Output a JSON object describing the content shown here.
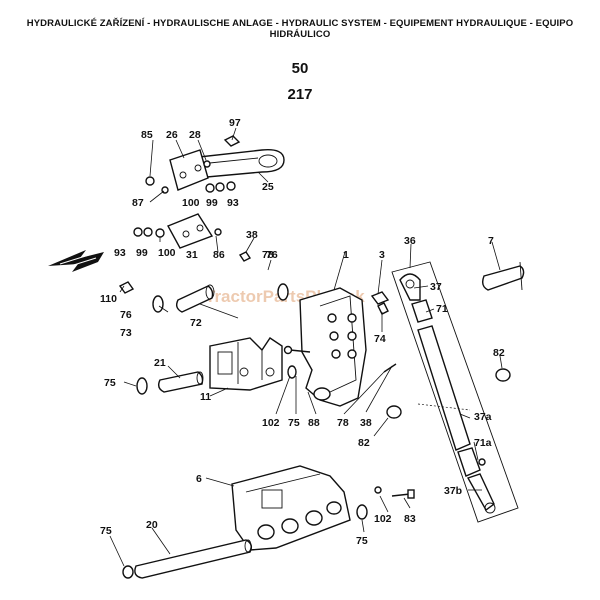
{
  "header": {
    "title_line1": "HYDRAULICKÉ ZAŘÍZENÍ - HYDRAULISCHE ANLAGE - HYDRAULIC SYSTEM - EQUIPEMENT HYDRAULIQUE - EQUIPO",
    "title_line2": "HIDRÁULICO",
    "group_number": "50",
    "page_number": "217"
  },
  "watermark": "TractorPartsPlus.sk",
  "callouts": [
    {
      "id": "c97",
      "text": "97"
    },
    {
      "id": "c85",
      "text": "85"
    },
    {
      "id": "c26",
      "text": "26"
    },
    {
      "id": "c28",
      "text": "28"
    },
    {
      "id": "c25",
      "text": "25"
    },
    {
      "id": "c87",
      "text": "87"
    },
    {
      "id": "c100a",
      "text": "100"
    },
    {
      "id": "c99a",
      "text": "99"
    },
    {
      "id": "c93a",
      "text": "93"
    },
    {
      "id": "c38a",
      "text": "38"
    },
    {
      "id": "c78a",
      "text": "78"
    },
    {
      "id": "c93b",
      "text": "93"
    },
    {
      "id": "c99b",
      "text": "99"
    },
    {
      "id": "c100b",
      "text": "100"
    },
    {
      "id": "c31",
      "text": "31"
    },
    {
      "id": "c86",
      "text": "86"
    },
    {
      "id": "c76a",
      "text": "76"
    },
    {
      "id": "c1",
      "text": "1"
    },
    {
      "id": "c3",
      "text": "3"
    },
    {
      "id": "c36",
      "text": "36"
    },
    {
      "id": "c7",
      "text": "7"
    },
    {
      "id": "c110",
      "text": "110"
    },
    {
      "id": "c76b",
      "text": "76"
    },
    {
      "id": "c73",
      "text": "73"
    },
    {
      "id": "c72",
      "text": "72"
    },
    {
      "id": "c37",
      "text": "37"
    },
    {
      "id": "c71",
      "text": "71"
    },
    {
      "id": "c74",
      "text": "74"
    },
    {
      "id": "c82a",
      "text": "82"
    },
    {
      "id": "c21",
      "text": "21"
    },
    {
      "id": "c75a",
      "text": "75"
    },
    {
      "id": "c11",
      "text": "11"
    },
    {
      "id": "c102a",
      "text": "102"
    },
    {
      "id": "c75b",
      "text": "75"
    },
    {
      "id": "c88",
      "text": "88"
    },
    {
      "id": "c78b",
      "text": "78"
    },
    {
      "id": "c38b",
      "text": "38"
    },
    {
      "id": "c37a",
      "text": "37a"
    },
    {
      "id": "c82b",
      "text": "82"
    },
    {
      "id": "c71a",
      "text": "71a"
    },
    {
      "id": "c6",
      "text": "6"
    },
    {
      "id": "c37b",
      "text": "37b"
    },
    {
      "id": "c102b",
      "text": "102"
    },
    {
      "id": "c83",
      "text": "83"
    },
    {
      "id": "c75c",
      "text": "75"
    },
    {
      "id": "c20",
      "text": "20"
    },
    {
      "id": "c75d",
      "text": "75"
    }
  ]
}
